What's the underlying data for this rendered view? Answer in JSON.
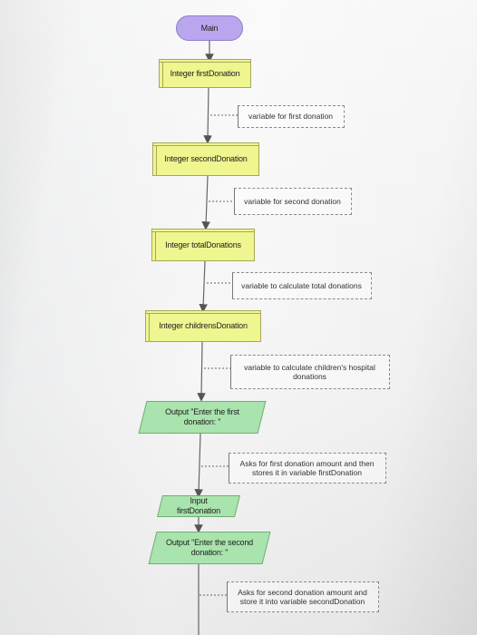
{
  "nodes": {
    "main": "Main",
    "first": "Integer firstDonation",
    "second": "Integer secondDonation",
    "total": "Integer totalDonations",
    "children": "Integer childrensDonation",
    "out1": "Output \"Enter the first donation: \"",
    "in1": "Input firstDonation",
    "out2": "Output \"Enter the second donation: \""
  },
  "notes": {
    "first": "variable for first donation",
    "second": "variable for second donation",
    "total": "variable to calculate total donations",
    "children": "variable to calculate children's hospital donations",
    "out1": "Asks for first donation amount and then stores it in variable firstDonation",
    "out2": "Asks for second donation amount and store it into variable secondDonation"
  },
  "colors": {
    "terminal": "#b9a6ee",
    "declaration": "#eff58f",
    "io": "#a9e3ad",
    "connector": "#555555"
  }
}
